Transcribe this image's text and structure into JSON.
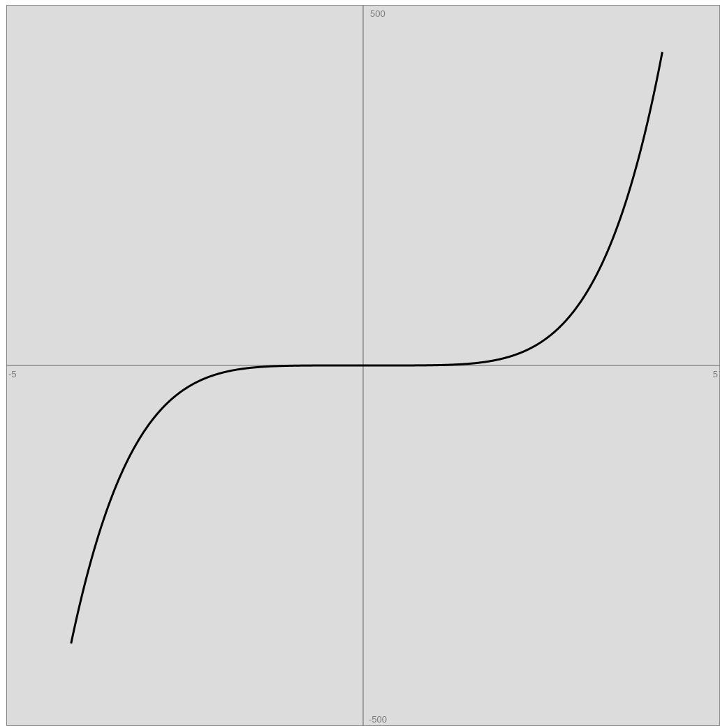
{
  "chart_data": {
    "type": "line",
    "xlim": [
      -5,
      5
    ],
    "ylim": [
      -500,
      500
    ],
    "grid": false,
    "x_tick_labels": [
      "-5",
      "5"
    ],
    "y_tick_labels": [
      "500",
      "-500"
    ],
    "series": [
      {
        "function": "x^5/3",
        "x": [
          -4.1,
          -4,
          -3.75,
          -3.5,
          -3.25,
          -3,
          -2.75,
          -2.5,
          -2.25,
          -2,
          -1.75,
          -1.5,
          -1.25,
          -1,
          -0.5,
          0,
          0.5,
          1,
          1.25,
          1.5,
          1.75,
          2,
          2.25,
          2.5,
          2.75,
          3,
          3.25,
          3.5,
          3.75,
          4,
          4.2
        ],
        "y": [
          -386.1,
          -341.3,
          -247.2,
          -175.1,
          -121.0,
          -81.0,
          -52.4,
          -32.6,
          -19.2,
          -10.7,
          -5.5,
          -2.5,
          -1.0,
          -0.3,
          -0.01,
          0,
          0.01,
          0.3,
          1.0,
          2.5,
          5.5,
          10.7,
          19.2,
          32.6,
          52.4,
          81.0,
          121.0,
          175.1,
          247.2,
          341.3,
          435.6
        ]
      }
    ],
    "colors": {
      "background": "#dcdcdc",
      "axis": "#a0a0a0",
      "curve": "#000000",
      "tick_label": "#7a7a7a",
      "frame": "#888888"
    }
  }
}
